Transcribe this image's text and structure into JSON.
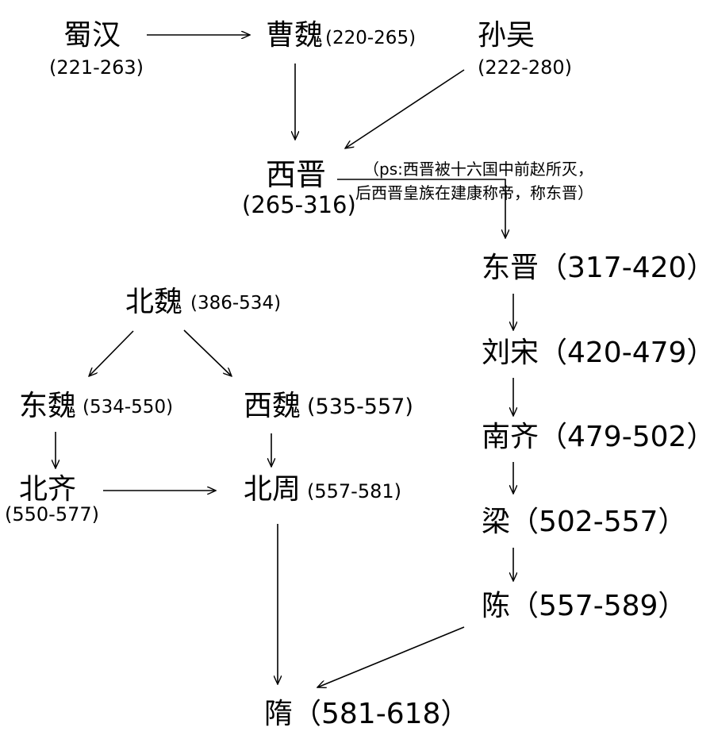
{
  "nodes": {
    "shuhan": {
      "name": "蜀汉",
      "years": "(221-263)"
    },
    "caowei": {
      "name": "曹魏",
      "years": "(220-265)"
    },
    "sunwu": {
      "name": "孙吴",
      "years": "(222-280)"
    },
    "xijin": {
      "name": "西晋",
      "years": "(265-316)"
    },
    "dongjin": {
      "label": "东晋（317-420）"
    },
    "liusong": {
      "label": "刘宋（420-479）"
    },
    "nanqi": {
      "label": "南齐（479-502）"
    },
    "liang": {
      "label": "梁（502-557）"
    },
    "chen": {
      "label": "陈（557-589）"
    },
    "beiwei": {
      "name": "北魏",
      "years": "(386-534)"
    },
    "dongwei": {
      "name": "东魏",
      "years": "(534-550)"
    },
    "xiwei": {
      "name": "西魏",
      "years": "(535-557)"
    },
    "beiqi": {
      "name": "北齐",
      "years": "(550-577)"
    },
    "beizhou": {
      "name": "北周",
      "years": "(557-581)"
    },
    "sui": {
      "label": "隋（581-618）"
    }
  },
  "note": {
    "line1": "（ps:西晋被十六国中前赵所灭，",
    "line2": "后西晋皇族在建康称帝，称东晋）"
  }
}
